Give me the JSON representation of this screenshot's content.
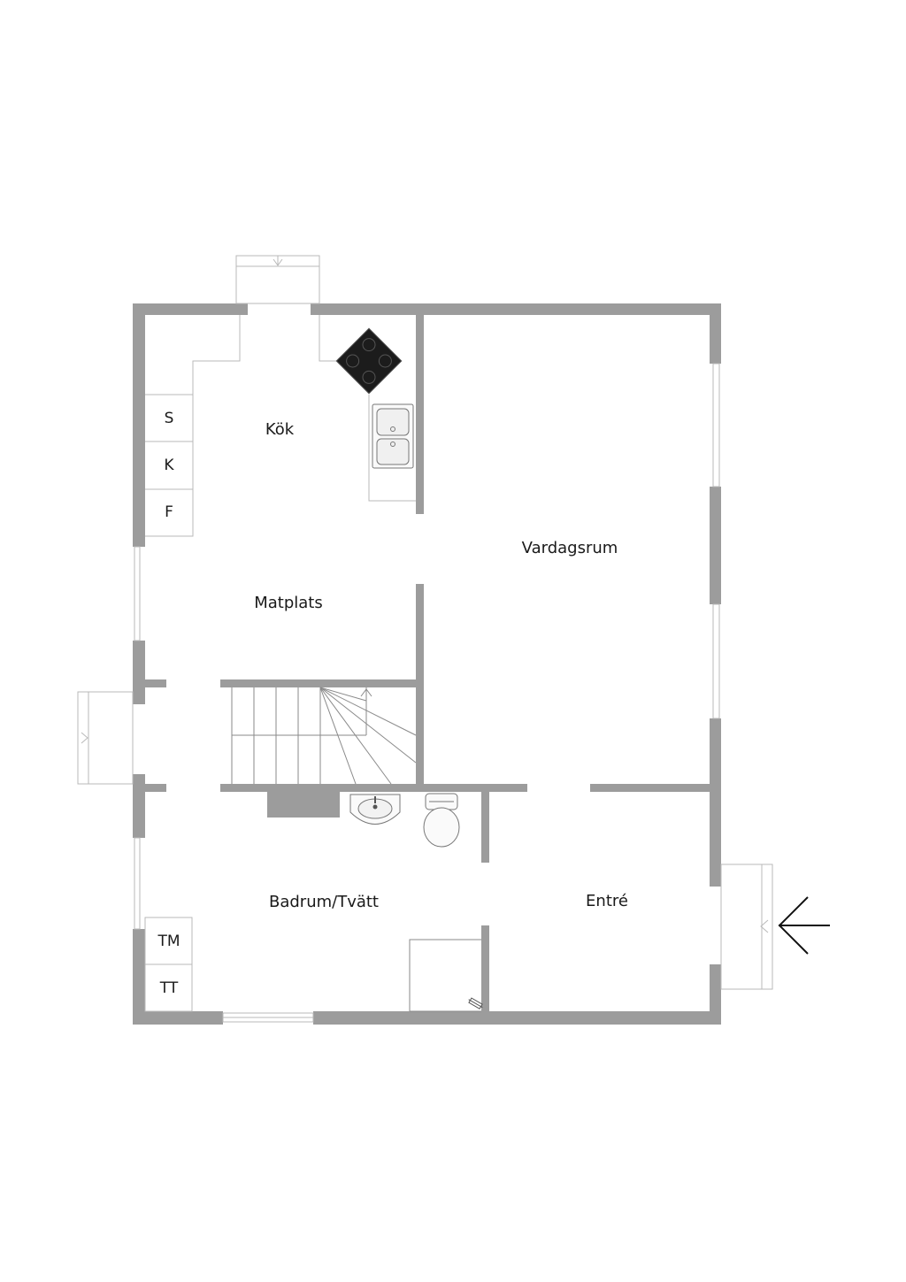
{
  "rooms": {
    "kok": "Kök",
    "vardagsrum": "Vardagsrum",
    "matplats": "Matplats",
    "badrum": "Badrum/Tvätt",
    "entre": "Entré"
  },
  "appliances": {
    "s": "S",
    "k": "K",
    "f": "F",
    "tm": "TM",
    "tt": "TT"
  },
  "colors": {
    "wall": "#9c9c9c",
    "stove": "#1c1c1c",
    "background": "#ffffff"
  }
}
